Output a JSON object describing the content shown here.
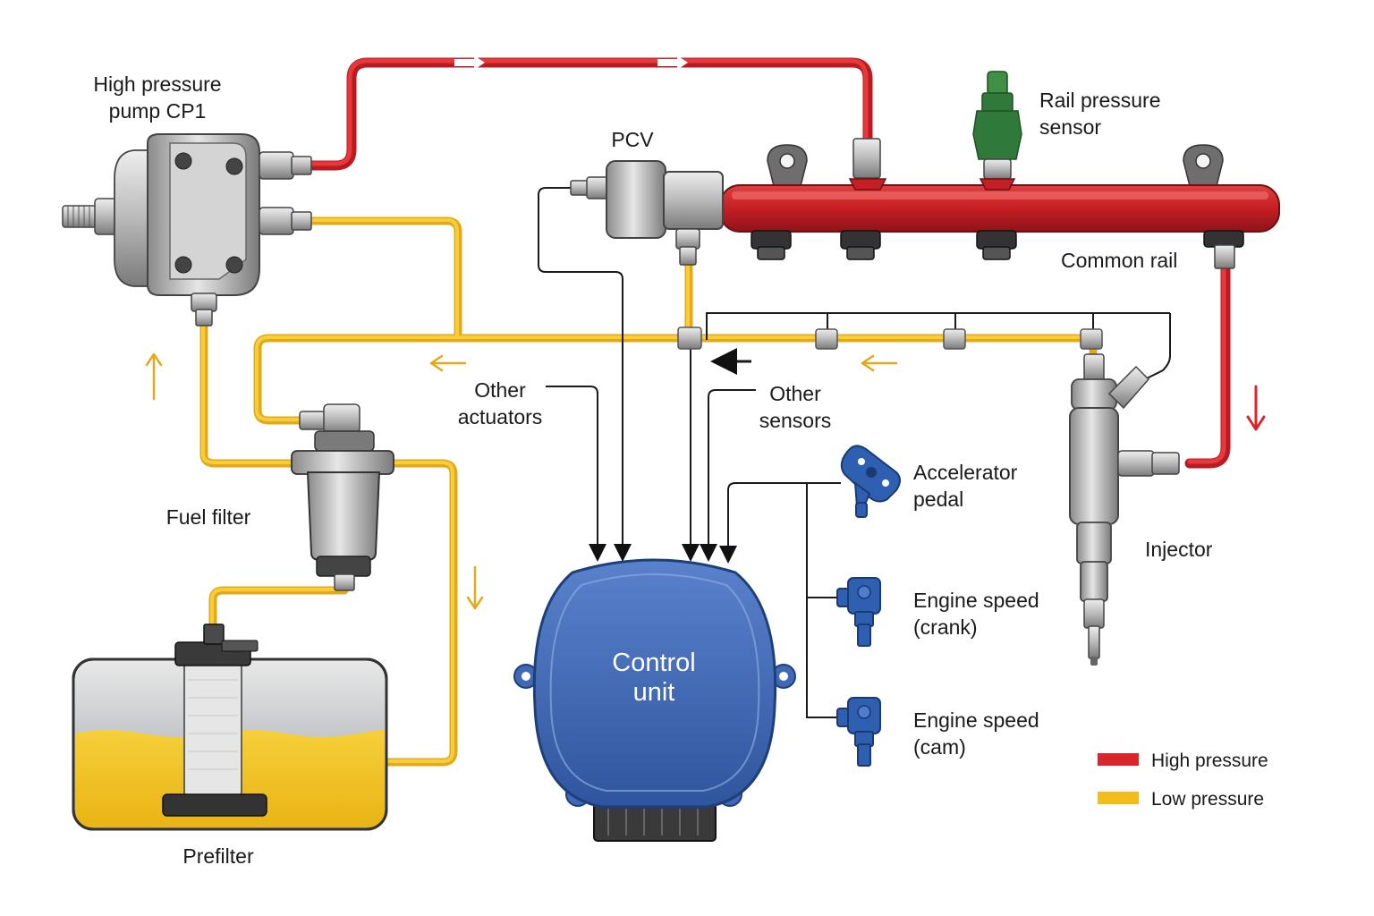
{
  "labels": {
    "pump": [
      "High pressure",
      "pump CP1"
    ],
    "pcv": "PCV",
    "rail_sensor": [
      "Rail pressure",
      "sensor"
    ],
    "common_rail": "Common rail",
    "other_actuators": [
      "Other",
      "actuators"
    ],
    "other_sensors": [
      "Other",
      "sensors"
    ],
    "fuel_filter": "Fuel filter",
    "accelerator": [
      "Accelerator",
      "pedal"
    ],
    "injector": "Injector",
    "control_unit": [
      "Control",
      "unit"
    ],
    "crank": [
      "Engine speed",
      "(crank)"
    ],
    "cam": [
      "Engine speed",
      "(cam)"
    ],
    "prefilter": "Prefilter"
  },
  "legend": [
    {
      "label": "High pressure",
      "color": "#d9252b"
    },
    {
      "label": "Low pressure",
      "color": "#f2bd1a"
    }
  ],
  "colors": {
    "high_pressure": "#d9252b",
    "low_pressure": "#f2bd1a",
    "control_unit": "#3f68b5",
    "sensor_blue": "#2e5fb0",
    "rail_sensor_green": "#2f7a3a",
    "fuel_fill": "#f2c21e"
  }
}
